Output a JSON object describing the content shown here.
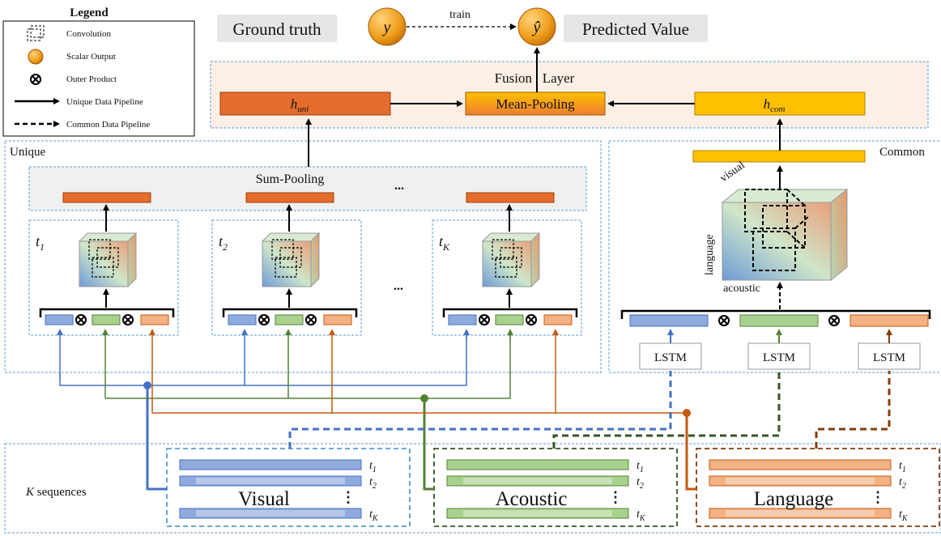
{
  "legend": {
    "title": "Legend",
    "items": [
      {
        "icon": "dashed-square-icon",
        "label": "Convolution"
      },
      {
        "icon": "orange-circle-icon",
        "label": "Scalar Output"
      },
      {
        "icon": "outer-product-icon",
        "label": "Outer Product"
      },
      {
        "icon": "solid-arrow-icon",
        "label": "Unique Data Pipeline"
      },
      {
        "icon": "dashed-arrow-icon",
        "label": "Common Data Pipeline"
      }
    ]
  },
  "top": {
    "ground_truth": "Ground truth",
    "y_label": "y",
    "train_label": "train",
    "y_hat_label": "ŷ",
    "predicted_value": "Predicted Value"
  },
  "fusion": {
    "title": "Fusion   Layer",
    "mean_pooling": "Mean-Pooling",
    "h_uni_base": "h",
    "h_uni_sub": "uni",
    "h_com_base": "h",
    "h_com_sub": "com"
  },
  "unique": {
    "title": "Unique",
    "sum_pooling": "Sum-Pooling",
    "ellipsis": "...",
    "blocks": [
      {
        "t_base": "t",
        "t_sub": "1"
      },
      {
        "t_base": "t",
        "t_sub": "2"
      },
      {
        "t_base": "t",
        "t_sub": "K"
      }
    ],
    "otimes": "⊗"
  },
  "common": {
    "title": "Common",
    "axis_visual": "visual",
    "axis_language": "language",
    "axis_acoustic": "acoustic",
    "lstm": [
      "LSTM",
      "LSTM",
      "LSTM"
    ]
  },
  "sequences": {
    "title_k": "K",
    "title_rest": " sequences",
    "modalities": [
      {
        "name": "Visual",
        "color": "#8faadc"
      },
      {
        "name": "Acoustic",
        "color": "#a9d18e"
      },
      {
        "name": "Language",
        "color": "#f4b183"
      }
    ],
    "t_labels": [
      {
        "base": "t",
        "sub": "1"
      },
      {
        "base": "t",
        "sub": "2"
      },
      {
        "base": "t",
        "sub": "K"
      }
    ],
    "vdots": "⋮"
  },
  "colors": {
    "blue": "#4472c4",
    "green": "#548235",
    "orange": "#c55a11",
    "brown": "#843c0c",
    "dark_green": "#375623",
    "h_uni": "#e46c2c",
    "h_com": "#ffc000",
    "panel_border": "#5b9bd5",
    "fusion_bg": "#fbefe6"
  }
}
